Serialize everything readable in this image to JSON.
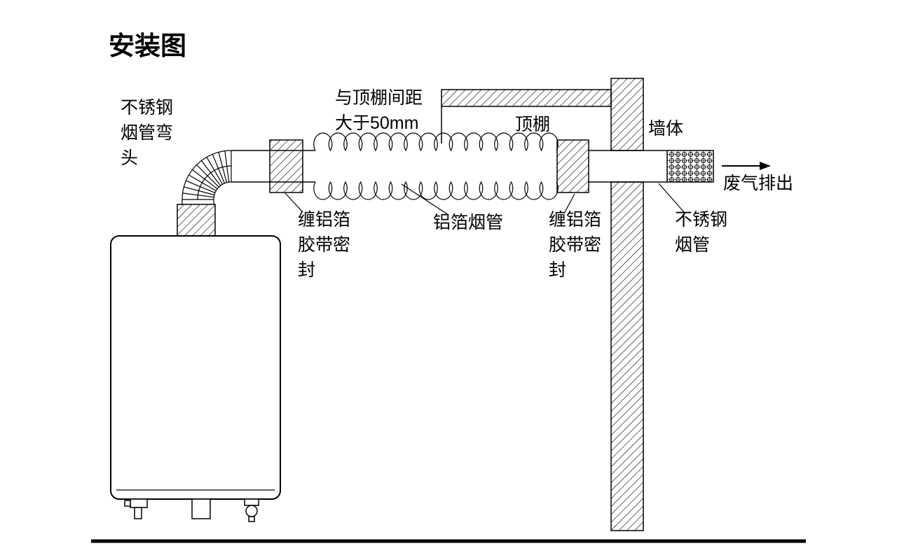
{
  "title": "安装图",
  "diagram": {
    "labels": {
      "elbow_line1": "不锈钢",
      "elbow_line2": "烟管弯",
      "elbow_line3": "头",
      "gap_line1": "与顶棚间距",
      "gap_line2": "大于50mm",
      "ceiling": "顶棚",
      "wall": "墙体",
      "exhaust": "废气排出",
      "tape_left_line1": "缠铝箔",
      "tape_left_line2": "胶带密",
      "tape_left_line3": "封",
      "foil_pipe": "铝箔烟管",
      "tape_right_line1": "缠铝箔",
      "tape_right_line2": "胶带密",
      "tape_right_line3": "封",
      "steel_pipe_line1": "不锈钢",
      "steel_pipe_line2": "烟管"
    },
    "colors": {
      "ink": "#000000",
      "background": "#ffffff"
    }
  }
}
